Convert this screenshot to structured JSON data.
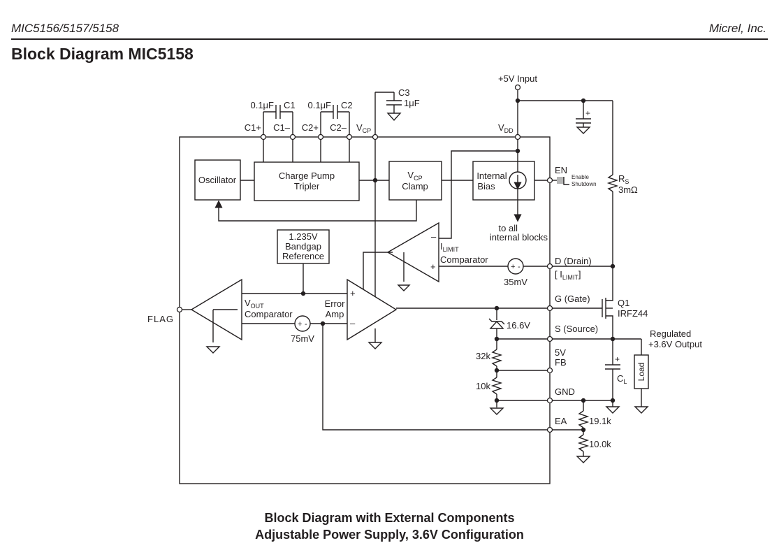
{
  "header": {
    "left": "MIC5156/5157/5158",
    "right": "Micrel, Inc."
  },
  "section_title": "Block Diagram MIC5158",
  "caption": {
    "line1": "Block Diagram with External Components",
    "line2": "Adjustable Power Supply, 3.6V Configuration"
  },
  "diagram": {
    "pins": {
      "c1p": "C1+",
      "c1m": "C1–",
      "c2p": "C2+",
      "c2m": "C2–",
      "vcp": "V",
      "vcp_sub": "CP",
      "vdd": "V",
      "vdd_sub": "DD",
      "en": "EN",
      "drain": "D (Drain)",
      "ilimit_open": "[ I",
      "ilimit_sub": "LIMIT",
      "ilimit_close": "]",
      "gate": "G (Gate)",
      "source": "S (Source)",
      "fb_a": "5V",
      "fb_b": "FB",
      "gnd": "GND",
      "ea": "EA",
      "flag": "FLAG"
    },
    "blocks": {
      "oscillator": "Oscillator",
      "charge_pump_a": "Charge Pump",
      "charge_pump_b": "Tripler",
      "vcp_clamp_v": "V",
      "vcp_clamp_sub": "CP",
      "vcp_clamp_b": "Clamp",
      "internal_bias_a": "Internal",
      "internal_bias_b": "Bias",
      "bandgap_a": "1.235V",
      "bandgap_b": "Bandgap",
      "bandgap_c": "Reference",
      "to_all_a": "to all",
      "to_all_b": "internal blocks",
      "ilimit_i": "I",
      "ilimit_sub": "LIMIT",
      "ilimit_comp": "Comparator",
      "vout_v": "V",
      "vout_sub": "OUT",
      "vout_comp": "Comparator",
      "error_a": "Error",
      "error_b": "Amp",
      "v35": "35mV",
      "v75": "75mV",
      "zener": "16.6V",
      "r32k": "32k",
      "r10k": "10k"
    },
    "external": {
      "c1": "C1",
      "c1_val": "0.1μF",
      "c2": "C2",
      "c2_val": "0.1μF",
      "c3": "C3",
      "c3_val": "1μF",
      "input": "+5V Input",
      "enable": "Enable",
      "shutdown": "Shutdown",
      "rs_r": "R",
      "rs_sub": "S",
      "rs_val": "3mΩ",
      "q1": "Q1",
      "q1_part": "IRFZ44",
      "reg_a": "Regulated",
      "reg_b": "+3.6V Output",
      "cl": "C",
      "cl_sub": "L",
      "load": "Load",
      "r191": "19.1k",
      "r100": "10.0k"
    }
  }
}
